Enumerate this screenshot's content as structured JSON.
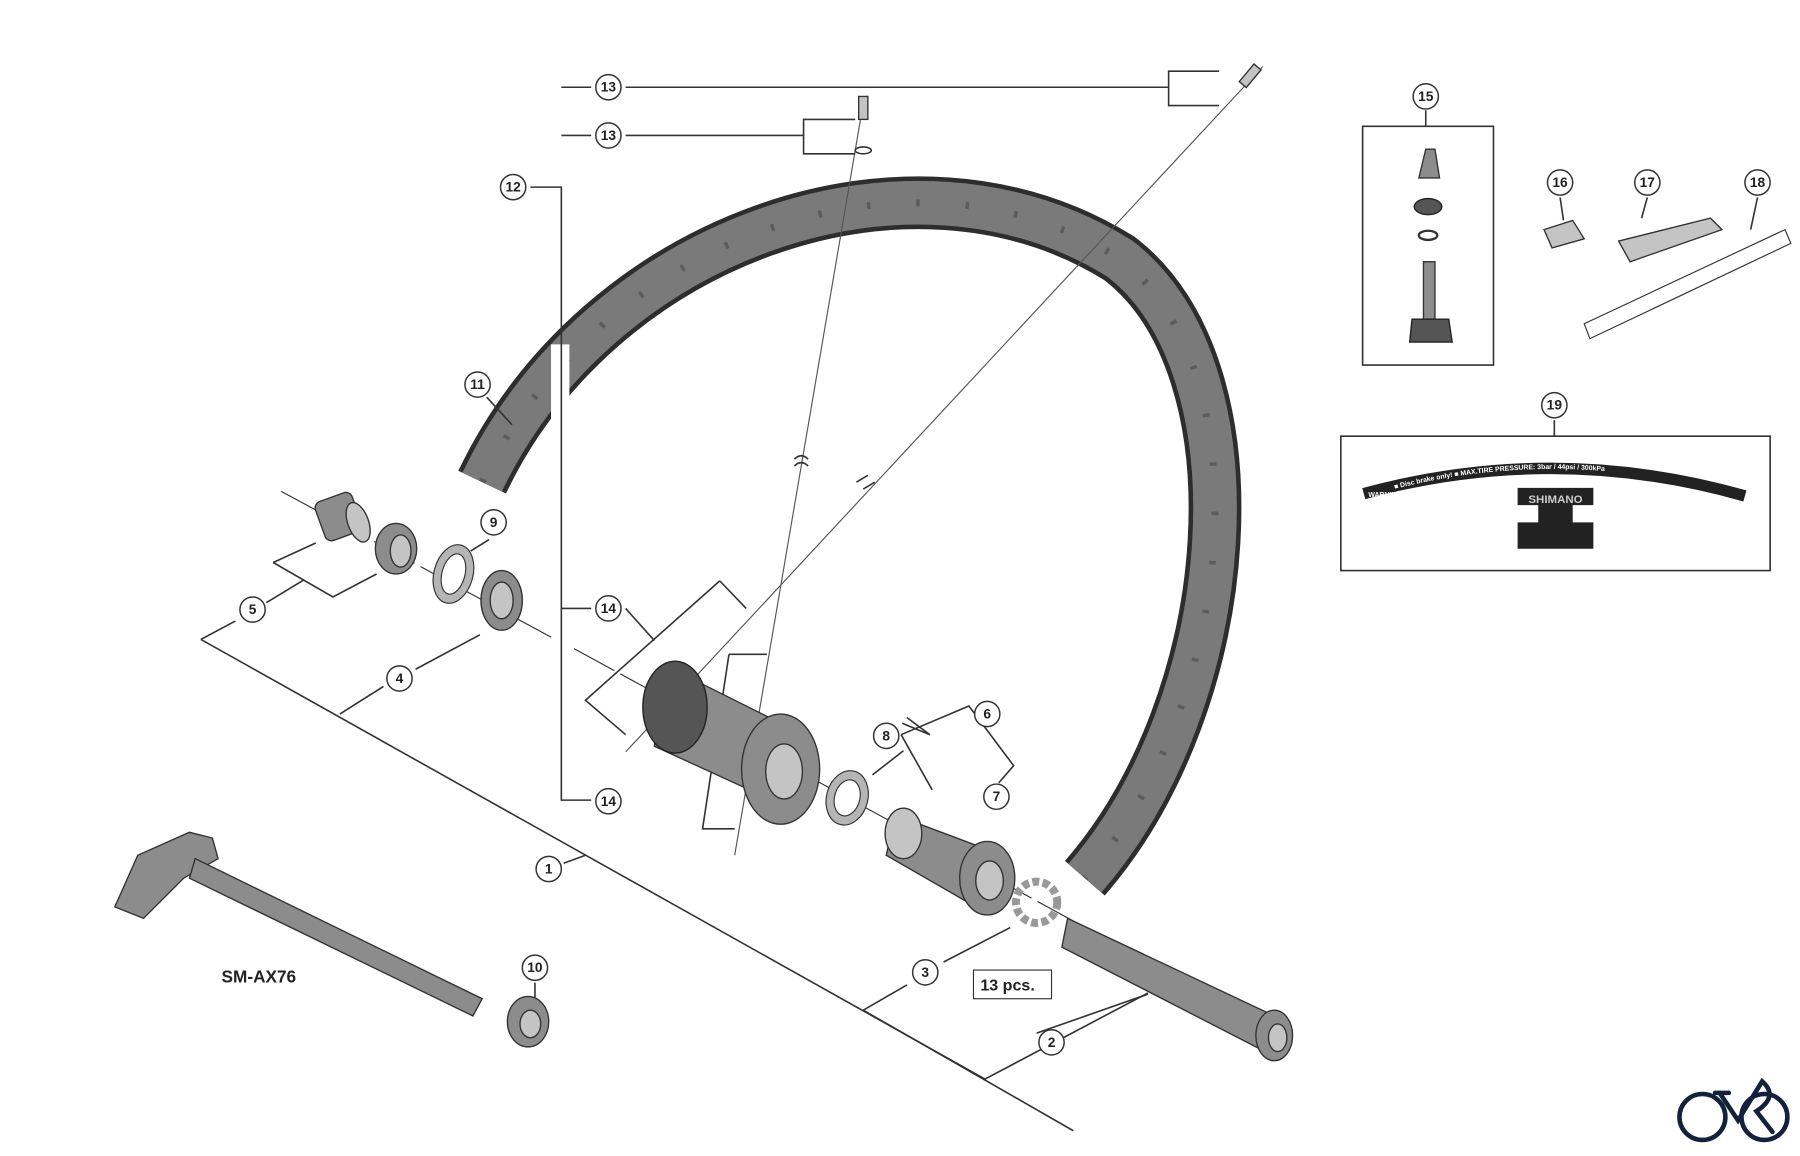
{
  "diagram": {
    "model_label": "SM-AX76",
    "ball_count_label": "13 pcs.",
    "callouts": {
      "c1": "1",
      "c2": "2",
      "c3": "3",
      "c4": "4",
      "c5": "5",
      "c6": "6",
      "c7": "7",
      "c8": "8",
      "c9": "9",
      "c10": "10",
      "c11": "11",
      "c12": "12",
      "c13a": "13",
      "c13b": "13",
      "c14a": "14",
      "c14b": "14",
      "c15": "15",
      "c16": "16",
      "c17": "17",
      "c18": "18",
      "c19": "19"
    },
    "sticker": {
      "warning": "WARNING",
      "text": "■ Disc brake only!  ■ MAX.TIRE PRESSURE: 3bar / 44psi / 300kPa",
      "brand": "SHIMANO"
    },
    "colors": {
      "line": "#333333",
      "part": "#8c8c8c",
      "logo": "#14213d"
    }
  }
}
